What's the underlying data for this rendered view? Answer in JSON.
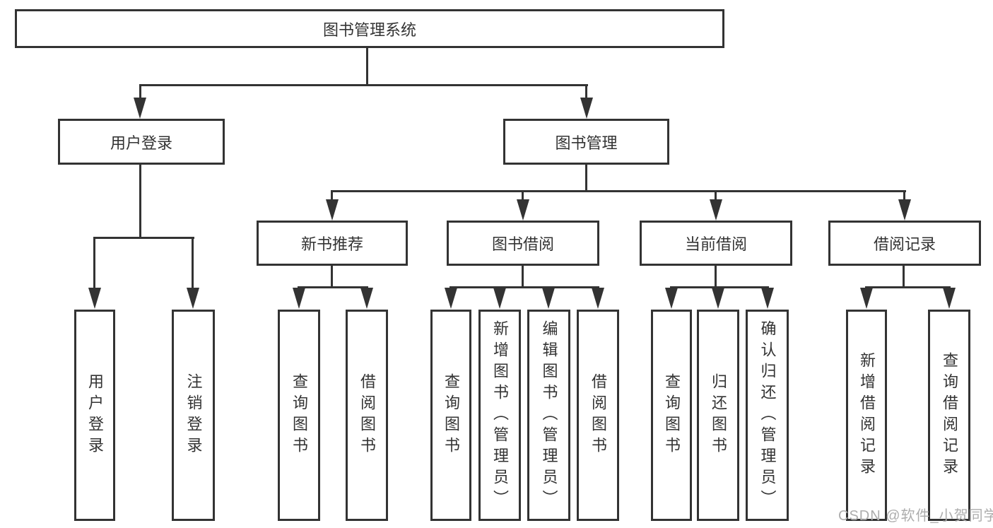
{
  "tree": {
    "label": "图书管理系统",
    "children": [
      {
        "label": "用户登录",
        "children": [
          {
            "label": "用户登录"
          },
          {
            "label": "注销登录"
          }
        ]
      },
      {
        "label": "图书管理",
        "children": [
          {
            "label": "新书推荐",
            "children": [
              {
                "label": "查询图书"
              },
              {
                "label": "借阅图书"
              }
            ]
          },
          {
            "label": "图书借阅",
            "children": [
              {
                "label": "查询图书"
              },
              {
                "label": "新增图书（管理员）"
              },
              {
                "label": "编辑图书（管理员）"
              },
              {
                "label": "借阅图书"
              }
            ]
          },
          {
            "label": "当前借阅",
            "children": [
              {
                "label": "查询图书"
              },
              {
                "label": "归还图书"
              },
              {
                "label": "确认归还（管理员）"
              }
            ]
          },
          {
            "label": "借阅记录",
            "children": [
              {
                "label": "新增借阅记录"
              },
              {
                "label": "查询借阅记录"
              }
            ]
          }
        ]
      }
    ]
  },
  "watermark": "CSDN @软件_小贺同学",
  "colors": {
    "line": "#333333",
    "text": "#333333",
    "watermark": "#adadad",
    "background": "#ffffff"
  }
}
